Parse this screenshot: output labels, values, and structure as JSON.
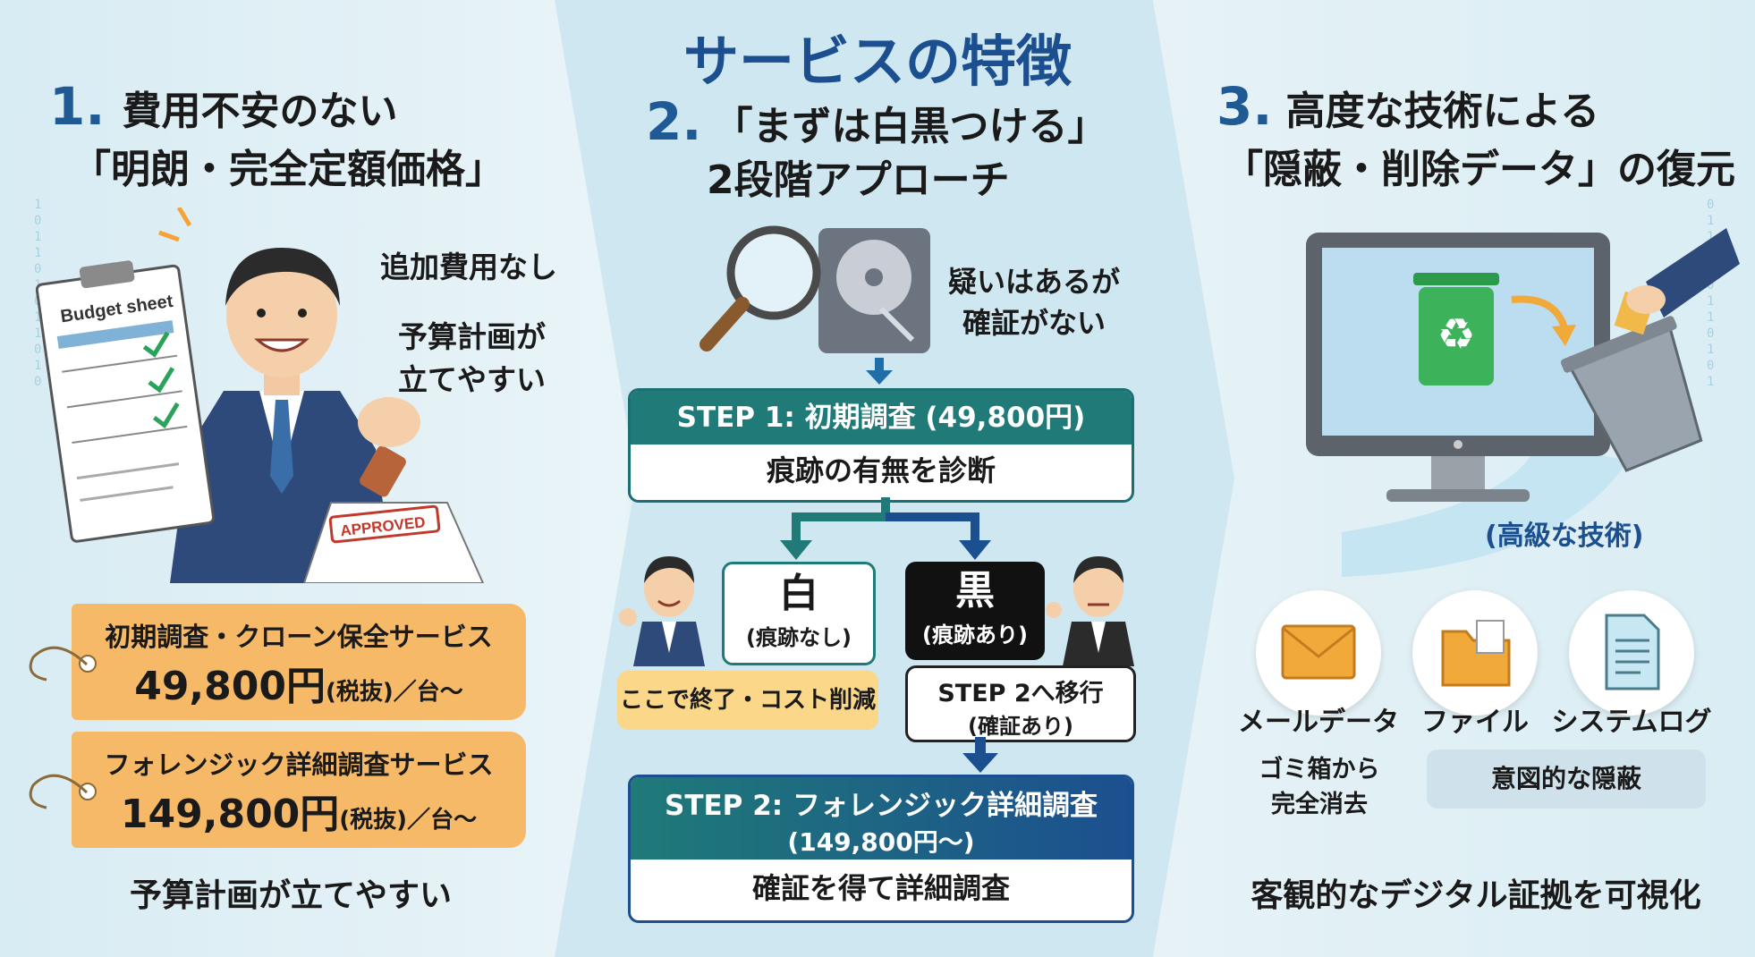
{
  "main_title": "サービスの特徴",
  "col1": {
    "num": "1.",
    "title1": "費用不安のない",
    "title2": "「明朗・完全定額価格」",
    "note1": "追加費用なし",
    "note2a": "予算計画が",
    "note2b": "立てやすい",
    "sheet_label": "Budget sheet",
    "stamp_label": "APPROVED",
    "tag1": {
      "title": "初期調査・クローン保全サービス",
      "price": "49,800円",
      "tax": "(税抜)",
      "unit": "／台〜"
    },
    "tag2": {
      "title": "フォレンジック詳細調査サービス",
      "price": "149,800円",
      "tax": "(税抜)",
      "unit": "／台〜"
    },
    "bottom": "予算計画が立てやすい"
  },
  "col2": {
    "num": "2.",
    "title1": "「まずは白黒つける」",
    "title2": "2段階アプローチ",
    "doubt1": "疑いはあるが",
    "doubt2": "確証がない",
    "step1_head": "STEP 1: 初期調査 (49,800円)",
    "step1_body": "痕跡の有無を診断",
    "white_big": "白",
    "white_small": "(痕跡なし)",
    "black_big": "黒",
    "black_small": "(痕跡あり)",
    "end_label": "ここで終了・コスト削減",
    "move1": "STEP 2へ移行",
    "move2": "(確証あり)",
    "step2_head1": "STEP 2: フォレンジック詳細調査",
    "step2_head2": "(149,800円〜)",
    "step2_body": "確証を得て詳細調査"
  },
  "col3": {
    "num": "3.",
    "title1": "高度な技術による",
    "title2": "「隠蔽・削除データ」の復元",
    "tech": "(高級な技術)",
    "icons": [
      "メールデータ",
      "ファイル",
      "システムログ"
    ],
    "sub1a": "ゴミ箱から",
    "sub1b": "完全消去",
    "sub2": "意図的な隠蔽",
    "bottom": "客観的なデジタル証拠を可視化"
  },
  "colors": {
    "accent_blue": "#1c4f8f",
    "teal": "#1f7a78",
    "orange": "#f6b968",
    "yellow": "#fbd889"
  }
}
